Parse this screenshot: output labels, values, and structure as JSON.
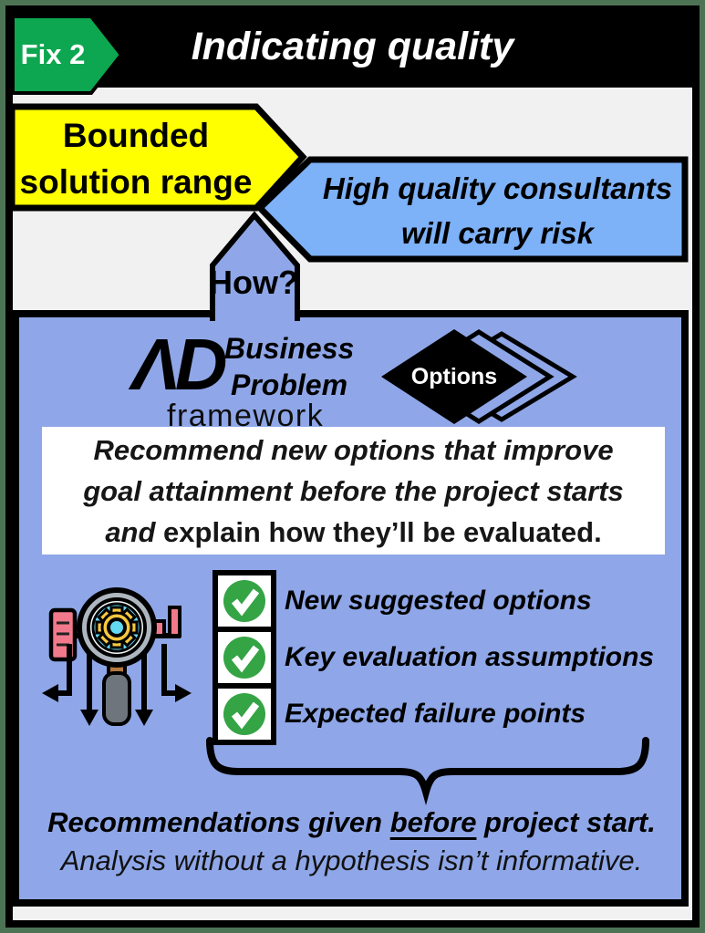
{
  "badge": {
    "label": "Fix 2"
  },
  "header": {
    "title": "Indicating quality"
  },
  "flow": {
    "bounded": {
      "line1": "Bounded",
      "line2": "solution range"
    },
    "consultants": {
      "line1": "High quality consultants",
      "line2": "will carry risk"
    },
    "how_label": "How?"
  },
  "framework": {
    "logo_glyph": "ΛD",
    "name_line1": "Business",
    "name_line2": "Problem",
    "name_line3": "framework",
    "options_label": "Options"
  },
  "recommendation": {
    "line1": "Recommend new options that improve",
    "line2": "goal attainment before the project starts",
    "line3_italic": "and",
    "line3_rest": " explain how they’ll be evaluated."
  },
  "checklist": {
    "items": [
      {
        "label": "New suggested options"
      },
      {
        "label": "Key evaluation assumptions"
      },
      {
        "label": "Expected failure points"
      }
    ]
  },
  "footer": {
    "line1_prefix": "Recommendations given ",
    "line1_underlined": "before",
    "line1_suffix": " project start.",
    "line2": "Analysis without a hypothesis isn’t informative."
  },
  "colors": {
    "frame_green": "#4D7355",
    "badge_green": "#0CA750",
    "arrow_yellow": "#FFFF00",
    "risk_blue": "#7DB1F8",
    "panel_periwinkle": "#8FA7E8",
    "check_green": "#34A445",
    "icon_pink": "#F2798B",
    "icon_cyan": "#63D9F2",
    "icon_gear_yellow": "#F7C83F",
    "header_black": "#000000",
    "title_white": "#FFFFFF"
  }
}
